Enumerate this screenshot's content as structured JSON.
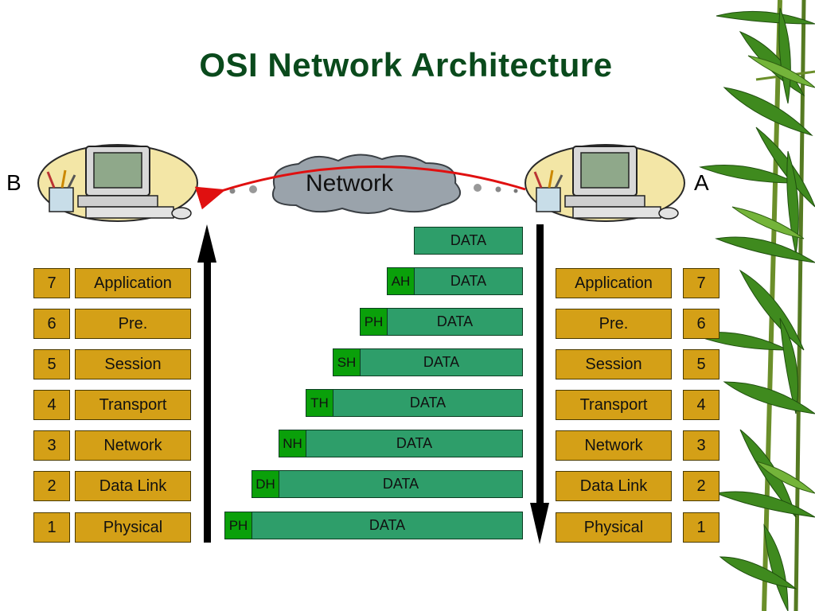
{
  "title": "OSI Network Architecture",
  "hosts": {
    "left_label": "B",
    "right_label": "A"
  },
  "network_label": "Network",
  "left_stack": [
    {
      "num": "7",
      "name": "Application"
    },
    {
      "num": "6",
      "name": "Pre."
    },
    {
      "num": "5",
      "name": "Session"
    },
    {
      "num": "4",
      "name": "Transport"
    },
    {
      "num": "3",
      "name": "Network"
    },
    {
      "num": "2",
      "name": "Data Link"
    },
    {
      "num": "1",
      "name": "Physical"
    }
  ],
  "right_stack": [
    {
      "num": "7",
      "name": "Application"
    },
    {
      "num": "6",
      "name": "Pre."
    },
    {
      "num": "5",
      "name": "Session"
    },
    {
      "num": "4",
      "name": "Transport"
    },
    {
      "num": "3",
      "name": "Network"
    },
    {
      "num": "2",
      "name": "Data Link"
    },
    {
      "num": "1",
      "name": "Physical"
    }
  ],
  "encapsulation": [
    {
      "header": "",
      "data": "DATA"
    },
    {
      "header": "AH",
      "data": "DATA"
    },
    {
      "header": "PH",
      "data": "DATA"
    },
    {
      "header": "SH",
      "data": "DATA"
    },
    {
      "header": "TH",
      "data": "DATA"
    },
    {
      "header": "NH",
      "data": "DATA"
    },
    {
      "header": "DH",
      "data": "DATA"
    },
    {
      "header": "PH",
      "data": "DATA"
    }
  ],
  "colors": {
    "title": "#0a4a1c",
    "layer_box": "#d4a017",
    "data_box": "#2e9e6a",
    "header_box": "#0aa00a",
    "transmission_arrow": "#e01010",
    "cloud": "#9aa3ab",
    "bamboo": "#3f8a1e"
  },
  "icons": {
    "left_computer": "desktop-computer-icon",
    "right_computer": "desktop-computer-icon",
    "cloud": "network-cloud-icon",
    "decoration": "bamboo-leaves"
  }
}
